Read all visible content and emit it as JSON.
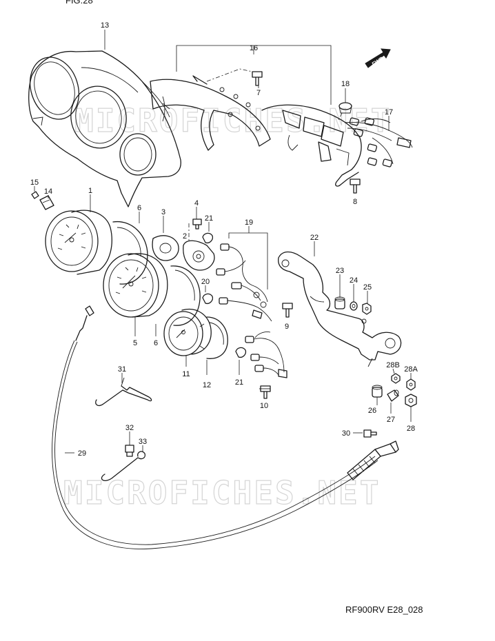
{
  "figure_header": "FIG.28",
  "drawing_code": "RF900RV E28_028",
  "direction_badge": "FWD",
  "watermark_text": "MICROFICHES.NET",
  "part_labels": [
    "13",
    "16",
    "7",
    "18",
    "17",
    "8",
    "15",
    "14",
    "1",
    "6",
    "3",
    "4",
    "2",
    "21",
    "19",
    "22",
    "23",
    "24",
    "25",
    "20",
    "9",
    "5",
    "6",
    "11",
    "12",
    "21",
    "10",
    "28B",
    "28A",
    "26",
    "27",
    "28",
    "31",
    "32",
    "33",
    "30",
    "29"
  ]
}
